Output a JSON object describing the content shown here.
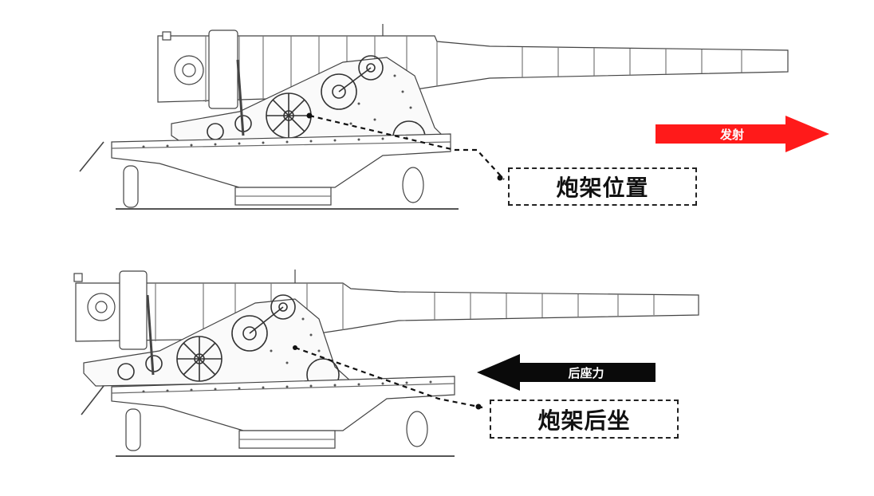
{
  "arrows": {
    "fire": {
      "label": "发射",
      "color": "#ff1a1a"
    },
    "recoil": {
      "label": "后座力",
      "color": "#0a0a0a"
    }
  },
  "labels": {
    "top": "炮架位置",
    "bottom": "炮架后坐"
  },
  "colors": {
    "line": "#333333",
    "panel": "#ffffff"
  }
}
